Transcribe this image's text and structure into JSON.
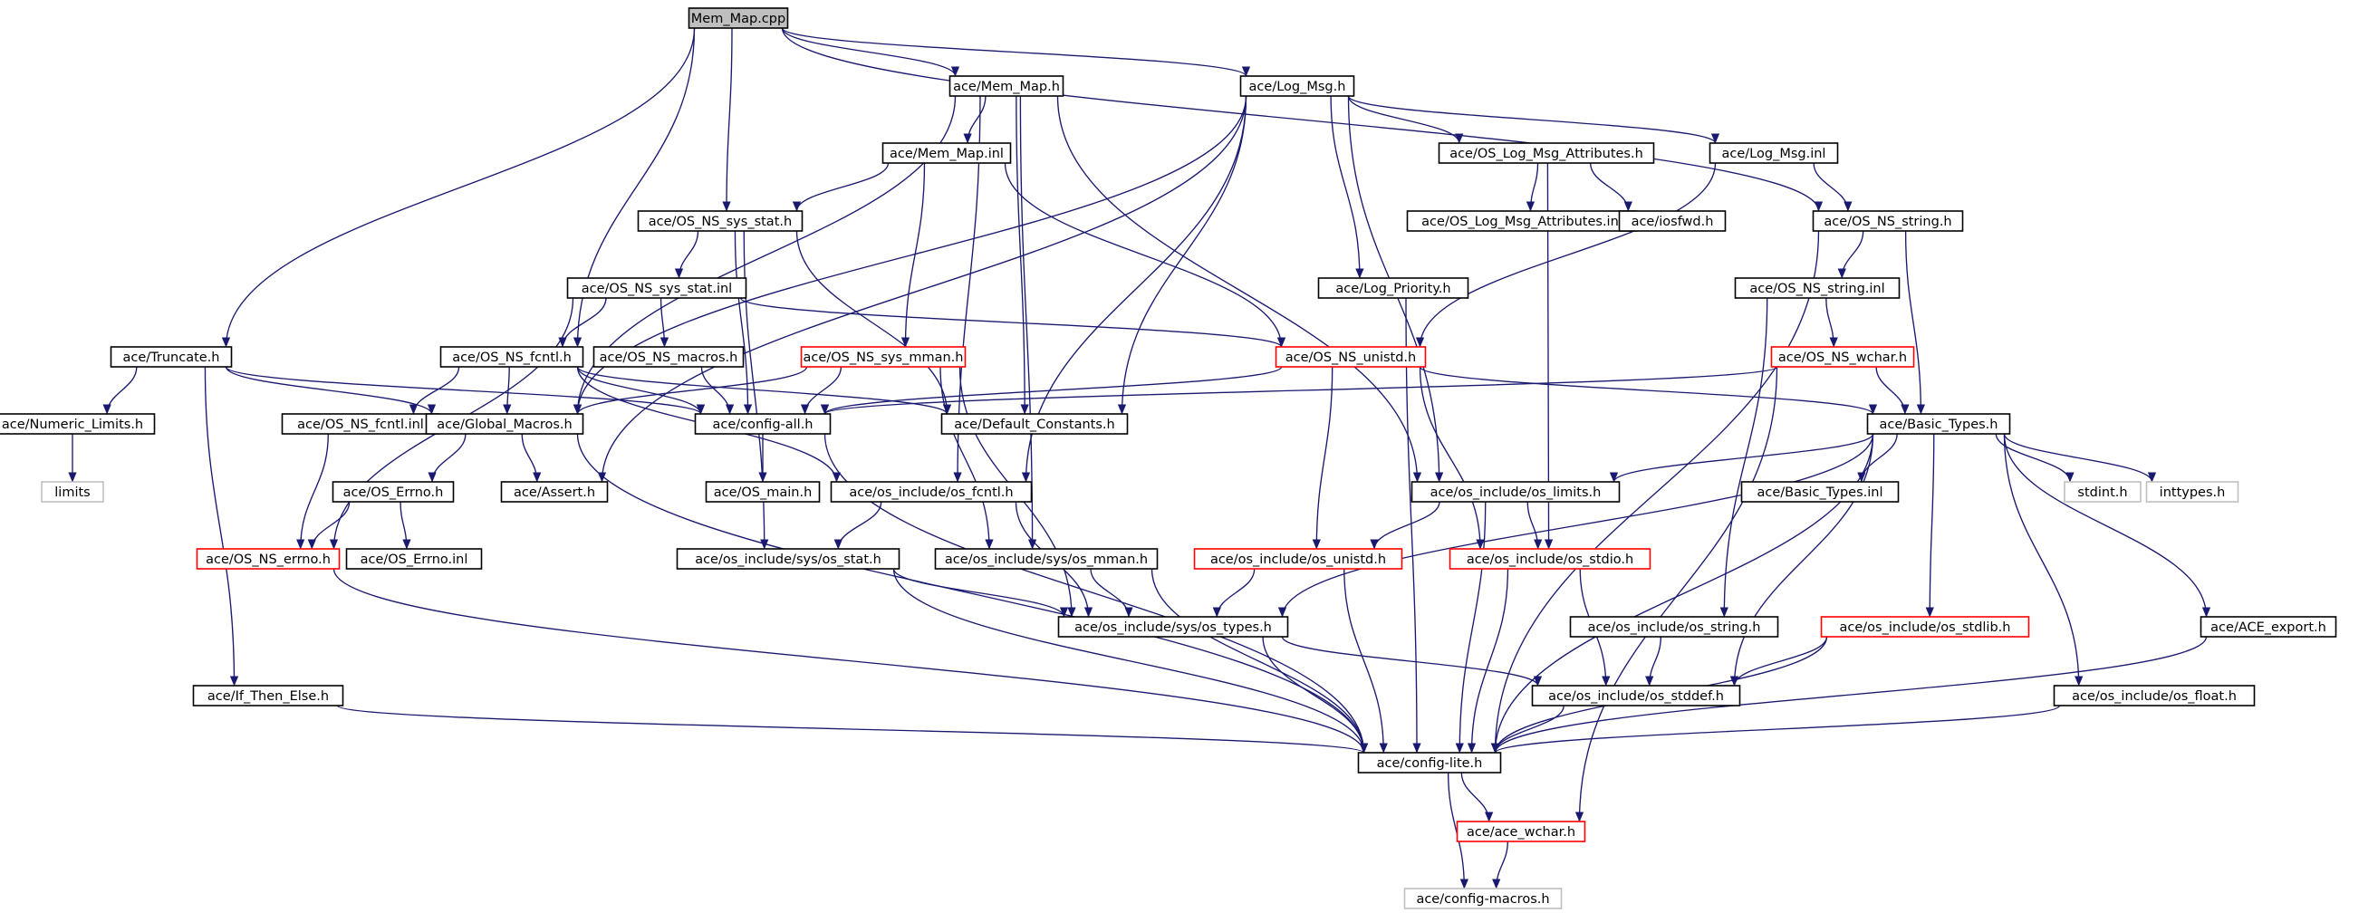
{
  "title": "Mem_Map.cpp",
  "colors": {
    "edge": "#191970",
    "box_normal": "#000000",
    "box_truncated": "#ff0000",
    "box_external": "#bfbfbf",
    "root_fill": "#bfbfbf",
    "node_fill": "#ffffff"
  },
  "nodes": [
    {
      "id": "mem_map_cpp",
      "label": "Mem_Map.cpp",
      "kind": "root"
    },
    {
      "id": "mem_map_h",
      "label": "ace/Mem_Map.h",
      "kind": "normal"
    },
    {
      "id": "log_msg_h",
      "label": "ace/Log_Msg.h",
      "kind": "normal"
    },
    {
      "id": "mem_map_inl",
      "label": "ace/Mem_Map.inl",
      "kind": "normal"
    },
    {
      "id": "os_log_msg_attr_h",
      "label": "ace/OS_Log_Msg_Attributes.h",
      "kind": "normal"
    },
    {
      "id": "log_msg_inl",
      "label": "ace/Log_Msg.inl",
      "kind": "normal"
    },
    {
      "id": "os_log_msg_attr_inl",
      "label": "ace/OS_Log_Msg_Attributes.inl",
      "kind": "normal"
    },
    {
      "id": "iosfwd_h",
      "label": "ace/iosfwd.h",
      "kind": "normal"
    },
    {
      "id": "os_ns_sys_stat_h",
      "label": "ace/OS_NS_sys_stat.h",
      "kind": "normal"
    },
    {
      "id": "os_ns_string_h",
      "label": "ace/OS_NS_string.h",
      "kind": "normal"
    },
    {
      "id": "log_priority_h",
      "label": "ace/Log_Priority.h",
      "kind": "normal"
    },
    {
      "id": "os_ns_sys_stat_inl",
      "label": "ace/OS_NS_sys_stat.inl",
      "kind": "normal"
    },
    {
      "id": "os_ns_string_inl",
      "label": "ace/OS_NS_string.inl",
      "kind": "normal"
    },
    {
      "id": "truncate_h",
      "label": "ace/Truncate.h",
      "kind": "normal"
    },
    {
      "id": "os_ns_fcntl_h",
      "label": "ace/OS_NS_fcntl.h",
      "kind": "normal"
    },
    {
      "id": "os_ns_macros_h",
      "label": "ace/OS_NS_macros.h",
      "kind": "normal"
    },
    {
      "id": "os_ns_sys_mman_h",
      "label": "ace/OS_NS_sys_mman.h",
      "kind": "truncated"
    },
    {
      "id": "os_ns_unistd_h",
      "label": "ace/OS_NS_unistd.h",
      "kind": "truncated"
    },
    {
      "id": "os_ns_wchar_h",
      "label": "ace/OS_NS_wchar.h",
      "kind": "truncated"
    },
    {
      "id": "numeric_limits_h",
      "label": "ace/Numeric_Limits.h",
      "kind": "normal"
    },
    {
      "id": "os_ns_fcntl_inl",
      "label": "ace/OS_NS_fcntl.inl",
      "kind": "normal"
    },
    {
      "id": "global_macros_h",
      "label": "ace/Global_Macros.h",
      "kind": "normal"
    },
    {
      "id": "config_all_h",
      "label": "ace/config-all.h",
      "kind": "normal"
    },
    {
      "id": "default_constants_h",
      "label": "ace/Default_Constants.h",
      "kind": "normal"
    },
    {
      "id": "basic_types_h",
      "label": "ace/Basic_Types.h",
      "kind": "normal"
    },
    {
      "id": "limits",
      "label": "limits",
      "kind": "external"
    },
    {
      "id": "os_errno_h",
      "label": "ace/OS_Errno.h",
      "kind": "normal"
    },
    {
      "id": "assert_h",
      "label": "ace/Assert.h",
      "kind": "normal"
    },
    {
      "id": "os_main_h",
      "label": "ace/OS_main.h",
      "kind": "normal"
    },
    {
      "id": "os_include_os_fcntl_h",
      "label": "ace/os_include/os_fcntl.h",
      "kind": "normal"
    },
    {
      "id": "os_include_os_limits_h",
      "label": "ace/os_include/os_limits.h",
      "kind": "normal"
    },
    {
      "id": "basic_types_inl",
      "label": "ace/Basic_Types.inl",
      "kind": "normal"
    },
    {
      "id": "stdint_h",
      "label": "stdint.h",
      "kind": "external"
    },
    {
      "id": "inttypes_h",
      "label": "inttypes.h",
      "kind": "external"
    },
    {
      "id": "os_ns_errno_h",
      "label": "ace/OS_NS_errno.h",
      "kind": "truncated"
    },
    {
      "id": "os_errno_inl",
      "label": "ace/OS_Errno.inl",
      "kind": "normal"
    },
    {
      "id": "os_include_sys_os_stat_h",
      "label": "ace/os_include/sys/os_stat.h",
      "kind": "normal"
    },
    {
      "id": "os_include_sys_os_mman_h",
      "label": "ace/os_include/sys/os_mman.h",
      "kind": "normal"
    },
    {
      "id": "os_include_os_unistd_h",
      "label": "ace/os_include/os_unistd.h",
      "kind": "truncated"
    },
    {
      "id": "os_include_os_stdio_h",
      "label": "ace/os_include/os_stdio.h",
      "kind": "truncated"
    },
    {
      "id": "os_include_sys_os_types_h",
      "label": "ace/os_include/sys/os_types.h",
      "kind": "normal"
    },
    {
      "id": "os_include_os_string_h",
      "label": "ace/os_include/os_string.h",
      "kind": "normal"
    },
    {
      "id": "os_include_os_stdlib_h",
      "label": "ace/os_include/os_stdlib.h",
      "kind": "truncated"
    },
    {
      "id": "ace_export_h",
      "label": "ace/ACE_export.h",
      "kind": "normal"
    },
    {
      "id": "if_then_else_h",
      "label": "ace/If_Then_Else.h",
      "kind": "normal"
    },
    {
      "id": "os_include_os_stddef_h",
      "label": "ace/os_include/os_stddef.h",
      "kind": "normal"
    },
    {
      "id": "os_include_os_float_h",
      "label": "ace/os_include/os_float.h",
      "kind": "normal"
    },
    {
      "id": "config_lite_h",
      "label": "ace/config-lite.h",
      "kind": "normal"
    },
    {
      "id": "ace_wchar_h",
      "label": "ace/ace_wchar.h",
      "kind": "truncated"
    },
    {
      "id": "config_macros_h",
      "label": "ace/config-macros.h",
      "kind": "external"
    }
  ],
  "edges": [
    [
      "mem_map_cpp",
      "mem_map_h"
    ],
    [
      "mem_map_cpp",
      "log_msg_h"
    ],
    [
      "mem_map_cpp",
      "os_ns_sys_stat_h"
    ],
    [
      "mem_map_cpp",
      "os_ns_string_h"
    ],
    [
      "mem_map_cpp",
      "truncate_h"
    ],
    [
      "mem_map_cpp",
      "os_ns_fcntl_h"
    ],
    [
      "mem_map_h",
      "mem_map_inl"
    ],
    [
      "mem_map_h",
      "global_macros_h"
    ],
    [
      "mem_map_h",
      "default_constants_h"
    ],
    [
      "mem_map_h",
      "os_include_os_fcntl_h"
    ],
    [
      "mem_map_h",
      "os_include_sys_os_mman_h"
    ],
    [
      "mem_map_h",
      "os_include_os_limits_h"
    ],
    [
      "log_msg_h",
      "os_log_msg_attr_h"
    ],
    [
      "log_msg_h",
      "log_msg_inl"
    ],
    [
      "log_msg_h",
      "log_priority_h"
    ],
    [
      "log_msg_h",
      "default_constants_h"
    ],
    [
      "log_msg_h",
      "assert_h"
    ],
    [
      "log_msg_h",
      "os_include_os_limits_h"
    ],
    [
      "log_msg_h",
      "os_include_os_fcntl_h"
    ],
    [
      "log_msg_h",
      "global_macros_h"
    ],
    [
      "mem_map_inl",
      "os_ns_sys_stat_h"
    ],
    [
      "mem_map_inl",
      "os_ns_sys_mman_h"
    ],
    [
      "mem_map_inl",
      "os_ns_unistd_h"
    ],
    [
      "os_log_msg_attr_h",
      "os_log_msg_attr_inl"
    ],
    [
      "os_log_msg_attr_h",
      "iosfwd_h"
    ],
    [
      "os_log_msg_attr_h",
      "os_include_os_stdio_h"
    ],
    [
      "log_msg_inl",
      "os_ns_string_h"
    ],
    [
      "log_msg_inl",
      "os_ns_unistd_h"
    ],
    [
      "os_ns_sys_stat_h",
      "os_ns_sys_stat_inl"
    ],
    [
      "os_ns_sys_stat_h",
      "config_all_h"
    ],
    [
      "os_ns_sys_stat_h",
      "default_constants_h"
    ],
    [
      "os_ns_sys_stat_h",
      "os_include_sys_os_stat_h"
    ],
    [
      "os_ns_string_h",
      "os_ns_string_inl"
    ],
    [
      "os_ns_string_h",
      "basic_types_h"
    ],
    [
      "os_ns_string_h",
      "config_lite_h"
    ],
    [
      "log_priority_h",
      "config_lite_h"
    ],
    [
      "os_ns_sys_stat_inl",
      "os_ns_fcntl_h"
    ],
    [
      "os_ns_sys_stat_inl",
      "os_ns_macros_h"
    ],
    [
      "os_ns_sys_stat_inl",
      "os_ns_unistd_h"
    ],
    [
      "os_ns_sys_stat_inl",
      "os_ns_errno_h"
    ],
    [
      "os_ns_string_inl",
      "os_ns_wchar_h"
    ],
    [
      "os_ns_string_inl",
      "os_include_os_string_h"
    ],
    [
      "truncate_h",
      "numeric_limits_h"
    ],
    [
      "truncate_h",
      "global_macros_h"
    ],
    [
      "truncate_h",
      "config_all_h"
    ],
    [
      "truncate_h",
      "if_then_else_h"
    ],
    [
      "os_ns_fcntl_h",
      "os_ns_fcntl_inl"
    ],
    [
      "os_ns_fcntl_h",
      "global_macros_h"
    ],
    [
      "os_ns_fcntl_h",
      "config_all_h"
    ],
    [
      "os_ns_fcntl_h",
      "default_constants_h"
    ],
    [
      "os_ns_fcntl_h",
      "os_include_os_fcntl_h"
    ],
    [
      "os_ns_macros_h",
      "config_all_h"
    ],
    [
      "os_ns_sys_mman_h",
      "config_all_h"
    ],
    [
      "os_ns_sys_mman_h",
      "global_macros_h"
    ],
    [
      "os_ns_sys_mman_h",
      "os_include_sys_os_mman_h"
    ],
    [
      "os_ns_sys_mman_h",
      "os_include_sys_os_types_h"
    ],
    [
      "os_ns_unistd_h",
      "config_all_h"
    ],
    [
      "os_ns_unistd_h",
      "basic_types_h"
    ],
    [
      "os_ns_unistd_h",
      "os_include_os_unistd_h"
    ],
    [
      "os_ns_unistd_h",
      "os_include_os_stdio_h"
    ],
    [
      "os_ns_wchar_h",
      "basic_types_h"
    ],
    [
      "os_ns_wchar_h",
      "config_all_h"
    ],
    [
      "os_ns_wchar_h",
      "ace_wchar_h"
    ],
    [
      "numeric_limits_h",
      "limits"
    ],
    [
      "os_ns_fcntl_inl",
      "os_ns_errno_h"
    ],
    [
      "global_macros_h",
      "os_errno_h"
    ],
    [
      "global_macros_h",
      "assert_h"
    ],
    [
      "global_macros_h",
      "config_lite_h"
    ],
    [
      "config_all_h",
      "os_main_h"
    ],
    [
      "config_all_h",
      "config_lite_h"
    ],
    [
      "basic_types_h",
      "basic_types_inl"
    ],
    [
      "basic_types_h",
      "stdint_h"
    ],
    [
      "basic_types_h",
      "inttypes_h"
    ],
    [
      "basic_types_h",
      "os_include_os_limits_h"
    ],
    [
      "basic_types_h",
      "os_include_sys_os_types_h"
    ],
    [
      "basic_types_h",
      "os_include_os_stddef_h"
    ],
    [
      "basic_types_h",
      "os_include_os_stdlib_h"
    ],
    [
      "basic_types_h",
      "os_include_os_float_h"
    ],
    [
      "basic_types_h",
      "ace_export_h"
    ],
    [
      "basic_types_h",
      "config_lite_h"
    ],
    [
      "os_errno_h",
      "os_ns_errno_h"
    ],
    [
      "os_errno_h",
      "os_errno_inl"
    ],
    [
      "os_include_os_fcntl_h",
      "os_include_sys_os_stat_h"
    ],
    [
      "os_include_os_fcntl_h",
      "os_include_sys_os_types_h"
    ],
    [
      "os_include_os_limits_h",
      "os_include_os_unistd_h"
    ],
    [
      "os_include_os_limits_h",
      "os_include_os_stdio_h"
    ],
    [
      "os_include_os_limits_h",
      "config_lite_h"
    ],
    [
      "os_ns_errno_h",
      "config_lite_h"
    ],
    [
      "os_include_sys_os_stat_h",
      "os_include_sys_os_types_h"
    ],
    [
      "os_include_sys_os_stat_h",
      "config_lite_h"
    ],
    [
      "os_include_sys_os_mman_h",
      "os_include_sys_os_types_h"
    ],
    [
      "os_include_sys_os_mman_h",
      "config_lite_h"
    ],
    [
      "os_include_os_unistd_h",
      "os_include_sys_os_types_h"
    ],
    [
      "os_include_os_unistd_h",
      "config_lite_h"
    ],
    [
      "os_include_os_stdio_h",
      "os_include_os_stddef_h"
    ],
    [
      "os_include_os_stdio_h",
      "config_lite_h"
    ],
    [
      "os_include_sys_os_types_h",
      "os_include_os_stddef_h"
    ],
    [
      "os_include_sys_os_types_h",
      "config_lite_h"
    ],
    [
      "os_include_os_string_h",
      "os_include_os_stddef_h"
    ],
    [
      "os_include_os_stdlib_h",
      "os_include_os_stddef_h"
    ],
    [
      "os_include_os_stdlib_h",
      "config_lite_h"
    ],
    [
      "ace_export_h",
      "config_lite_h"
    ],
    [
      "if_then_else_h",
      "config_lite_h"
    ],
    [
      "os_include_os_stddef_h",
      "config_lite_h"
    ],
    [
      "os_include_os_float_h",
      "config_lite_h"
    ],
    [
      "config_lite_h",
      "ace_wchar_h"
    ],
    [
      "config_lite_h",
      "config_macros_h"
    ],
    [
      "ace_wchar_h",
      "config_macros_h"
    ]
  ]
}
